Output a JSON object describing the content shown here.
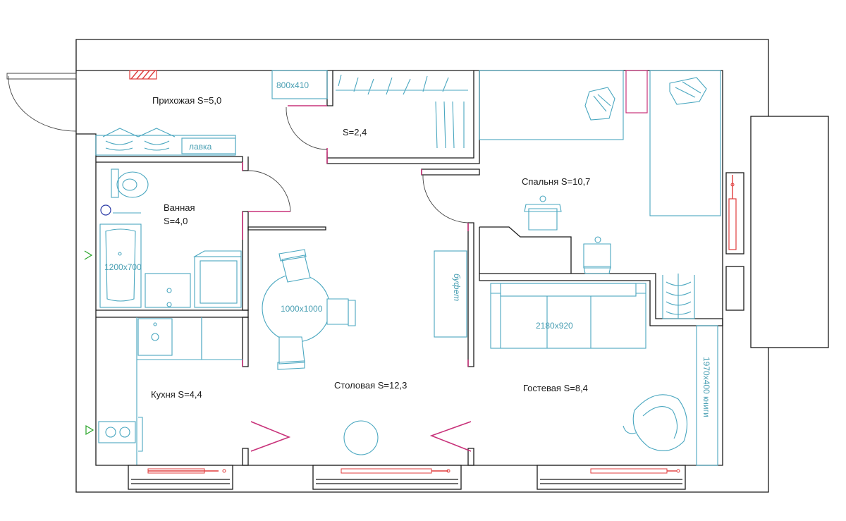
{
  "rooms": {
    "hallway": "Прихожая S=5,0",
    "closet": "S=2,4",
    "bathroom_name": "Ванная",
    "bathroom_area": "S=4,0",
    "bedroom": "Спальня S=10,7",
    "kitchen": "Кухня S=4,4",
    "dining": "Столовая S=12,3",
    "guest": "Гостевая S=8,4"
  },
  "furniture": {
    "wardrobe_dim": "800x410",
    "bench": "лавка",
    "bathtub_dim": "1200x700",
    "table_dim": "1000x1000",
    "buffet": "буфет",
    "sofa_dim": "2180x920",
    "bookshelf": "1970x400 книги"
  },
  "colors": {
    "walls": "#1a1a1a",
    "furniture": "#4aa7c0",
    "door_openings": "#c8327a",
    "radiators": "#e03c3c",
    "markers": "#2aa52a"
  }
}
